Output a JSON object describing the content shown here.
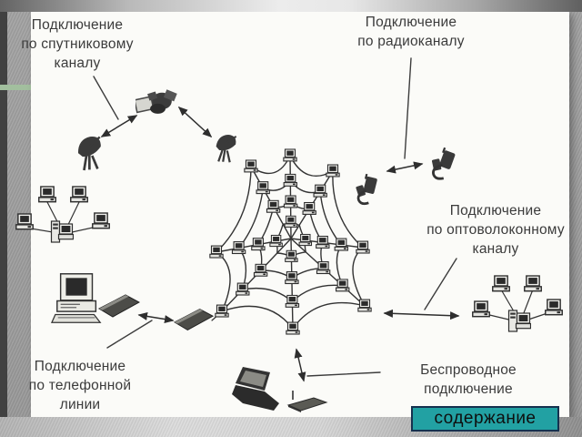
{
  "slide": {
    "kind": "presentation-slide",
    "topic": "Internet connection types diagram"
  },
  "diagram": {
    "labels": {
      "satellite": "Подключение\nпо спутниковому\nканалу",
      "radio": "Подключение\nпо радиоканалу",
      "fiber": "Подключение\nпо оптоволоконному\nканалу",
      "phone": "Подключение\nпо телефонной\nлинии",
      "wireless": "Беспроводное\nподключение"
    },
    "icons": [
      "computer-icon",
      "server-icon",
      "satellite-dish-icon",
      "satellite-icon",
      "radio-transceiver-icon",
      "modem-icon",
      "laptop-icon",
      "wireless-access-point-icon",
      "desktop-computer-icon",
      "internet-web"
    ]
  },
  "nav": {
    "contents_button": {
      "label": "содержание"
    }
  },
  "colors": {
    "slide_bg": "#fbfbf8",
    "frame_gray": "#9c9c9c",
    "left_strip": "#414141",
    "green_mark": "#a2bf9e",
    "label_text": "#3b3b3b",
    "button_bg": "#22a1a3",
    "button_border": "#15314f",
    "ink": "#2e2e2e"
  }
}
